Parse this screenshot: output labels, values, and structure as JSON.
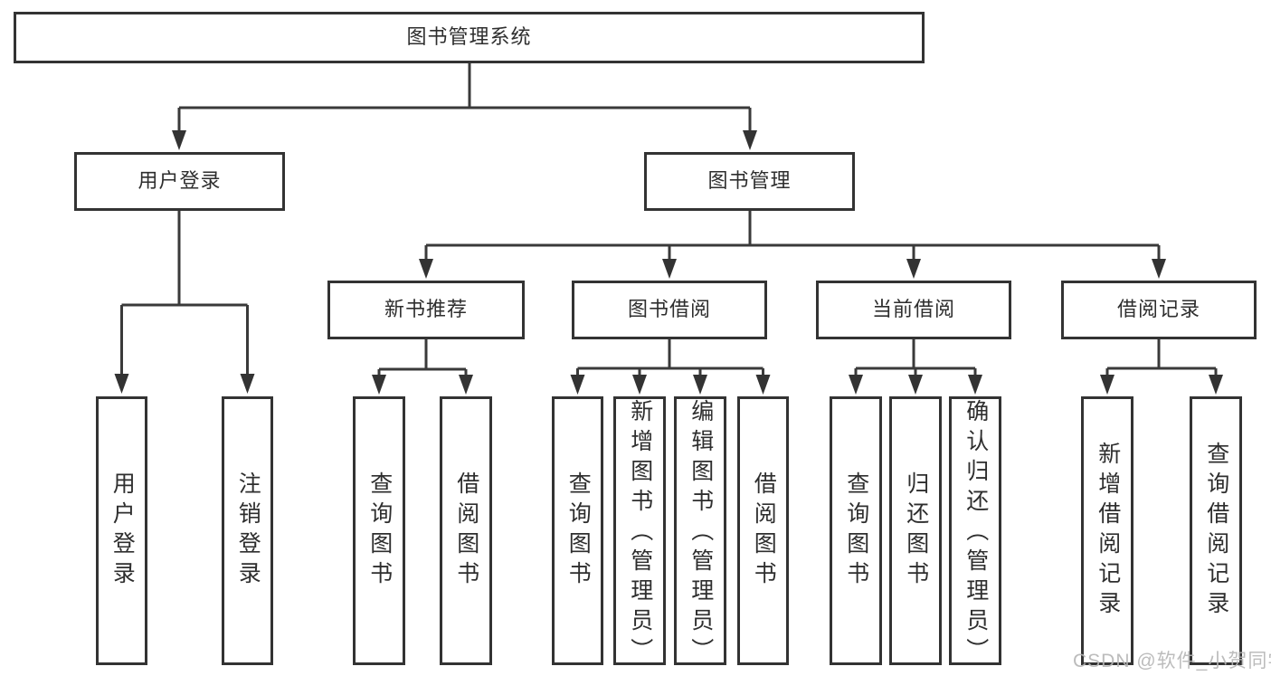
{
  "diagram": {
    "root": {
      "label": "图书管理系统"
    },
    "branches": [
      {
        "label": "用户登录",
        "children": [
          {
            "label": "用户登录"
          },
          {
            "label": "注销登录"
          }
        ]
      },
      {
        "label": "图书管理",
        "children": [
          {
            "label": "新书推荐",
            "children": [
              {
                "label": "查询图书"
              },
              {
                "label": "借阅图书"
              }
            ]
          },
          {
            "label": "图书借阅",
            "children": [
              {
                "label": "查询图书"
              },
              {
                "label": "新增图书（管理员）"
              },
              {
                "label": "编辑图书（管理员）"
              },
              {
                "label": "借阅图书"
              }
            ]
          },
          {
            "label": "当前借阅",
            "children": [
              {
                "label": "查询图书"
              },
              {
                "label": "归还图书"
              },
              {
                "label": "确认归还（管理员）"
              }
            ]
          },
          {
            "label": "借阅记录",
            "children": [
              {
                "label": "新增借阅记录"
              },
              {
                "label": "查询借阅记录"
              }
            ]
          }
        ]
      }
    ]
  },
  "watermark": {
    "text": "CSDN @软件_小贺同学"
  },
  "colors": {
    "line": "#3a3a3a",
    "border": "#333333",
    "text": "#2e2e2e",
    "background": "#ffffff",
    "watermark": "#b5b5b5"
  }
}
